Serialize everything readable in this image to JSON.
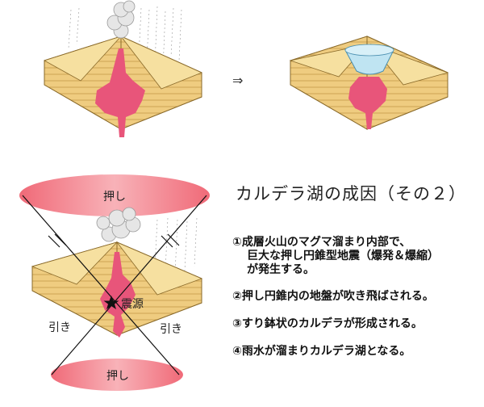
{
  "title": "カルデラ湖の成因（その２）",
  "arrow": "⇒",
  "labels": {
    "push_top": "押し",
    "push_bottom": "押し",
    "pull_left": "引き",
    "pull_right": "引き",
    "hypocenter": "震源"
  },
  "steps": [
    {
      "lines": [
        "①成層火山のマグマ溜まり内部で、",
        "巨大な押し円錐型地震（爆発＆爆縮）",
        "が発生する。"
      ]
    },
    {
      "lines": [
        "②押し円錐内の地盤が吹き飛ばされる。"
      ]
    },
    {
      "lines": [
        "③すり鉢状のカルデラが形成される。"
      ]
    },
    {
      "lines": [
        "④雨水が溜まりカルデラ湖となる。"
      ]
    }
  ],
  "colors": {
    "ground_top": "#f5dc8c",
    "ground_side": "#e8c070",
    "strata": "#b58a3a",
    "magma": "#e8557a",
    "pressure": "#f27f8a",
    "lake": "#bfe4f2",
    "smoke": "#d9d9d9"
  }
}
